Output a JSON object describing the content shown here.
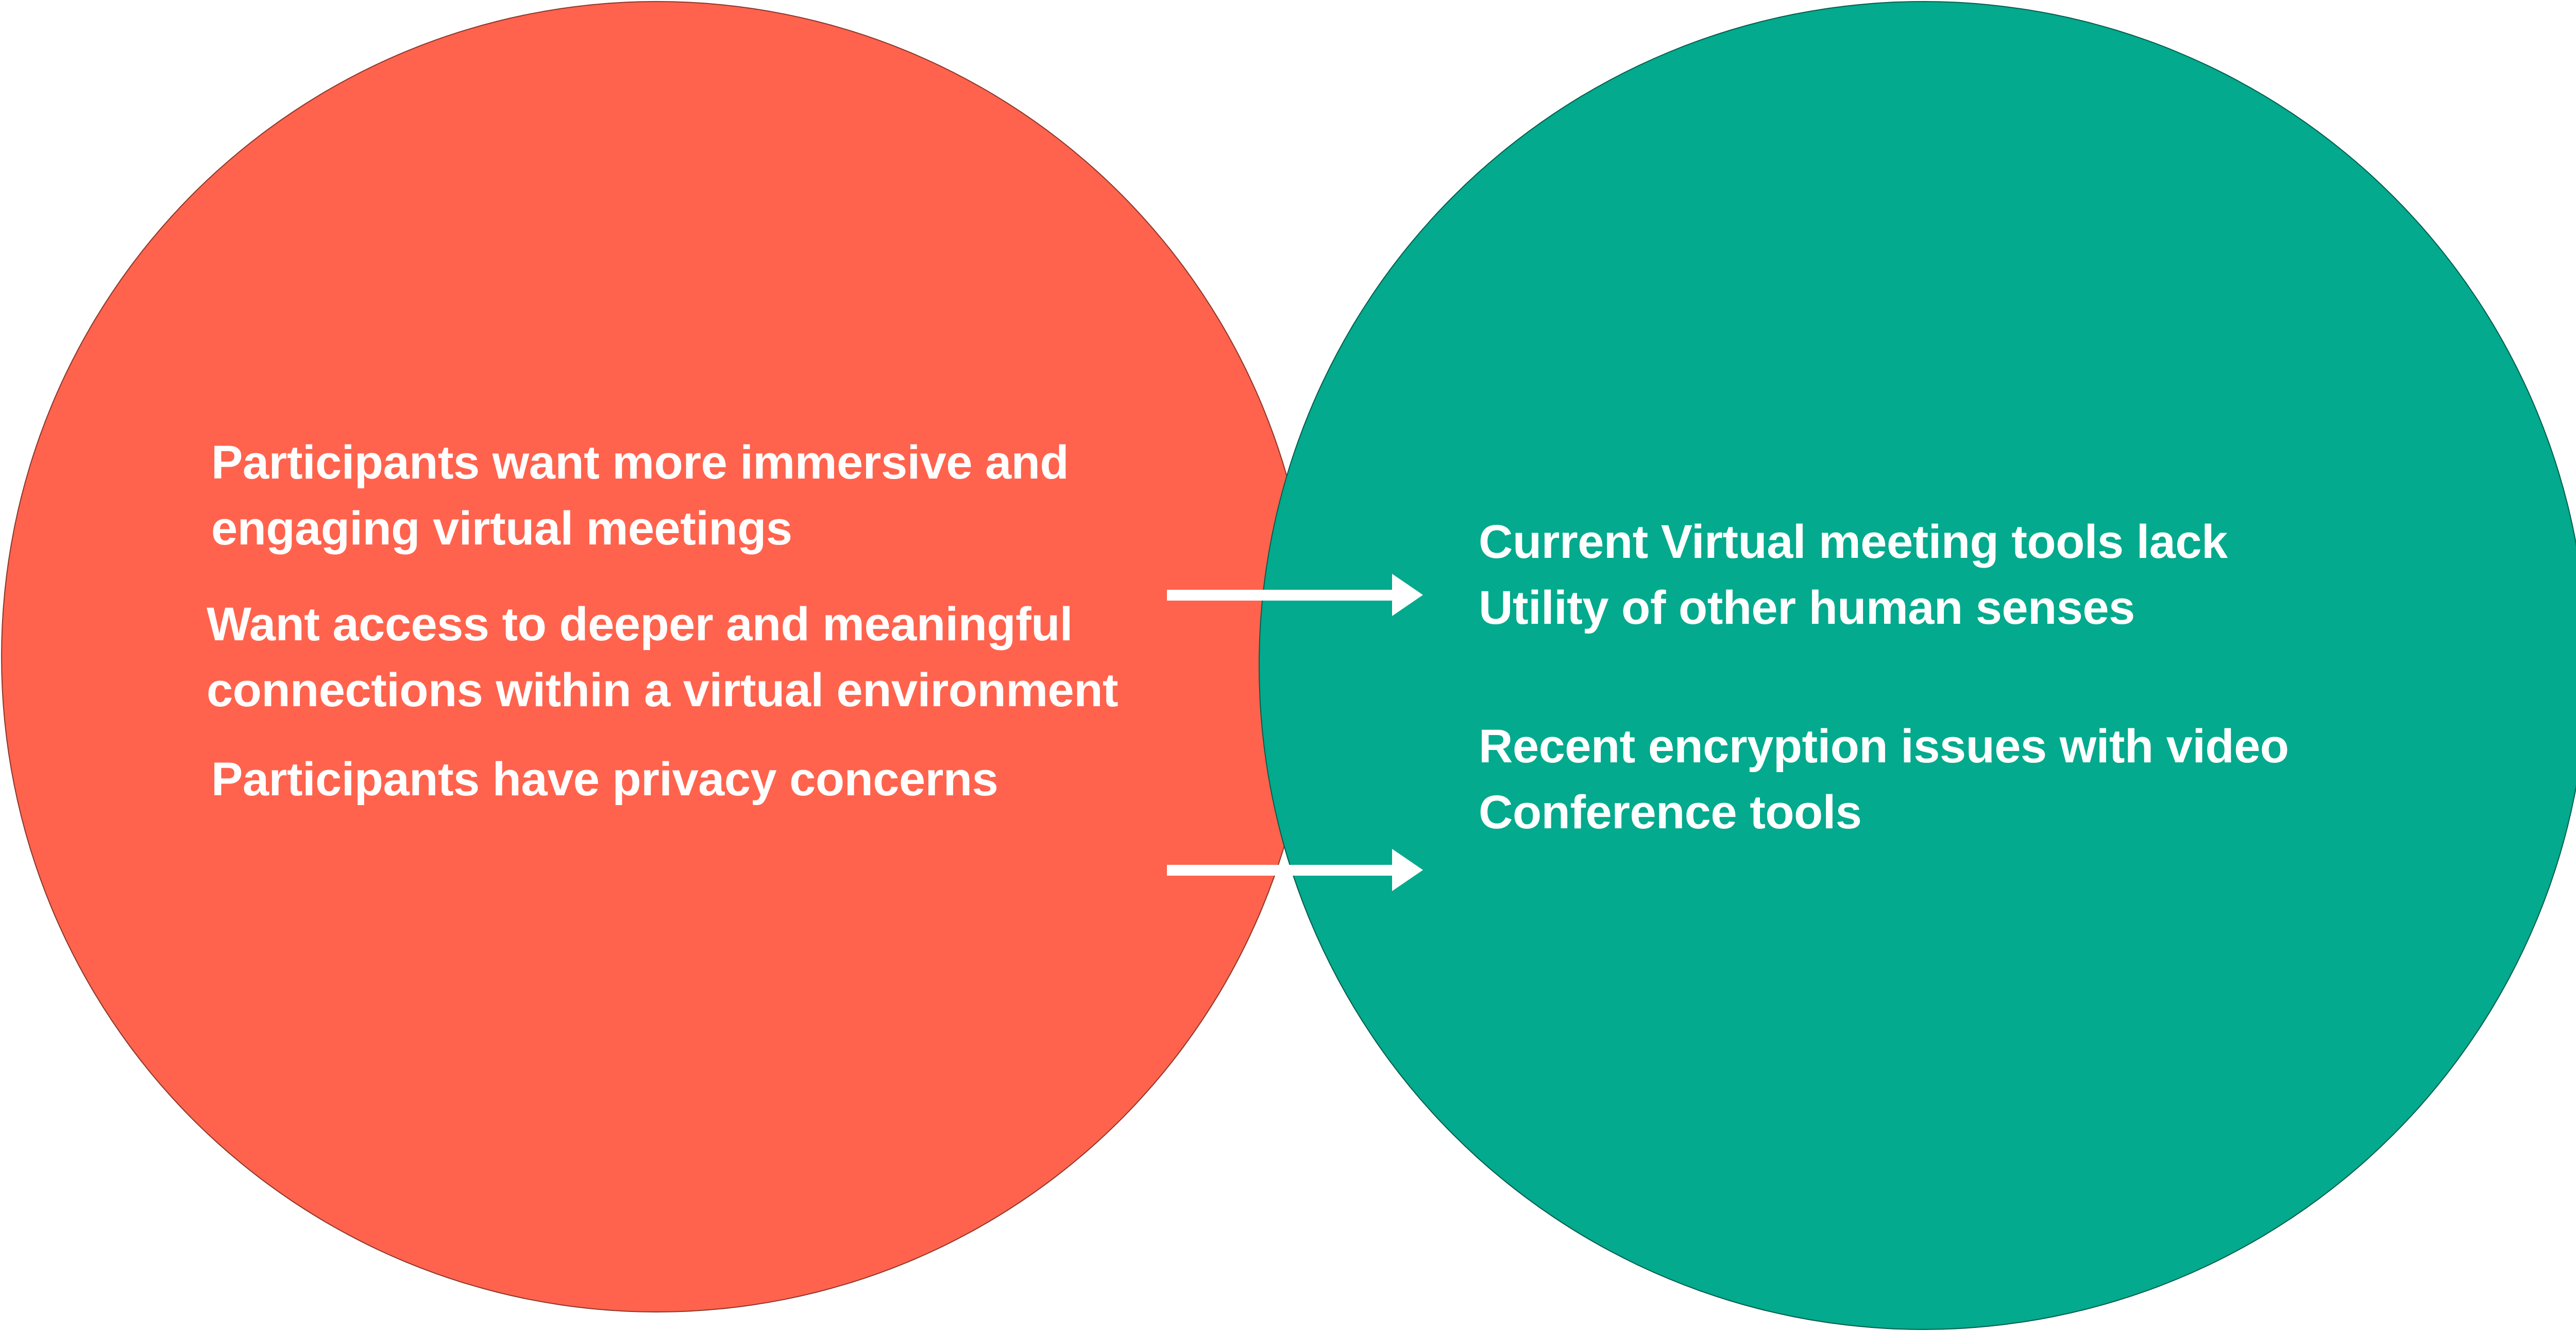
{
  "colors": {
    "left_circle": "#FF634D",
    "right_circle": "#03AA8D",
    "text": "#FFFFFF"
  },
  "left": {
    "items": [
      {
        "lines": [
          "Participants want more immersive and",
          "engaging virtual meetings"
        ]
      },
      {
        "lines": [
          "Want access to deeper and meaningful",
          "connections within a virtual environment"
        ]
      },
      {
        "lines": [
          "Participants have privacy concerns"
        ]
      }
    ]
  },
  "right": {
    "items": [
      {
        "lines": [
          "Current Virtual meeting tools lack",
          "Utility of other human senses"
        ]
      },
      {
        "lines": [
          "Recent encryption issues with video",
          "Conference tools"
        ]
      }
    ]
  }
}
